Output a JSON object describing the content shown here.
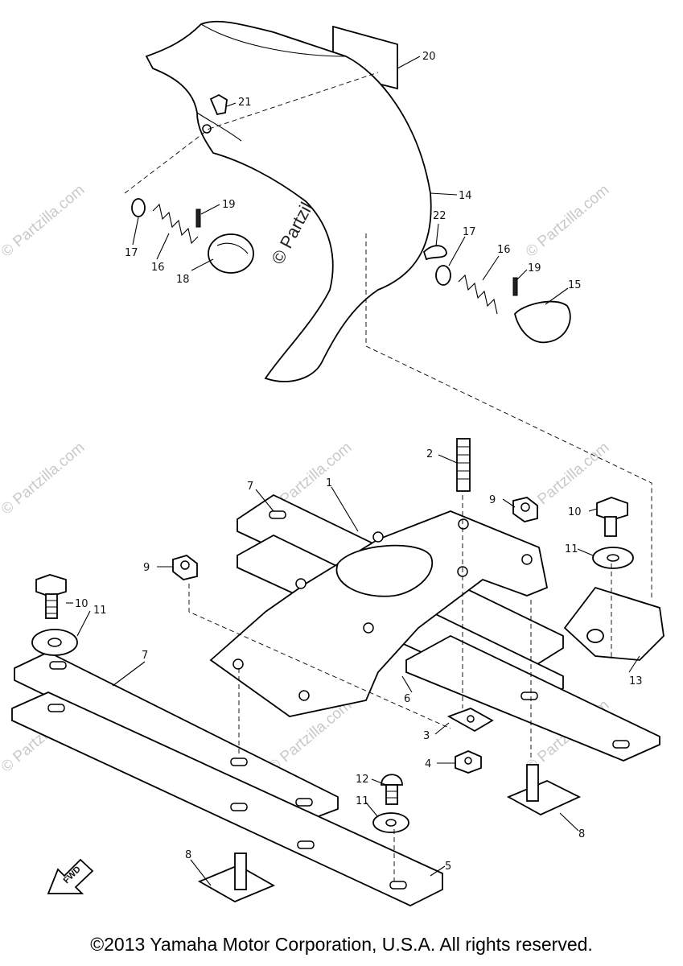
{
  "callouts": {
    "c20": "20",
    "c21": "21",
    "c14": "14",
    "c19a": "19",
    "c17a": "17",
    "c16a": "16",
    "c18": "18",
    "c22": "22",
    "c17b": "17",
    "c16b": "16",
    "c19b": "19",
    "c15": "15",
    "c2": "2",
    "c7a": "7",
    "c1": "1",
    "c9a": "9",
    "c10a": "10",
    "c11a": "11",
    "c9b": "9",
    "c10b": "10",
    "c11b": "11",
    "c7b": "7",
    "c13": "13",
    "c6": "6",
    "c3": "3",
    "c4": "4",
    "c12": "12",
    "c11c": "11",
    "c8a": "8",
    "c8b": "8",
    "c5": "5"
  },
  "watermark": "© Partzilla.com",
  "fwd_label": "FWD",
  "copyright": "©2013 Yamaha Motor Corporation, U.S.A. All rights reserved."
}
